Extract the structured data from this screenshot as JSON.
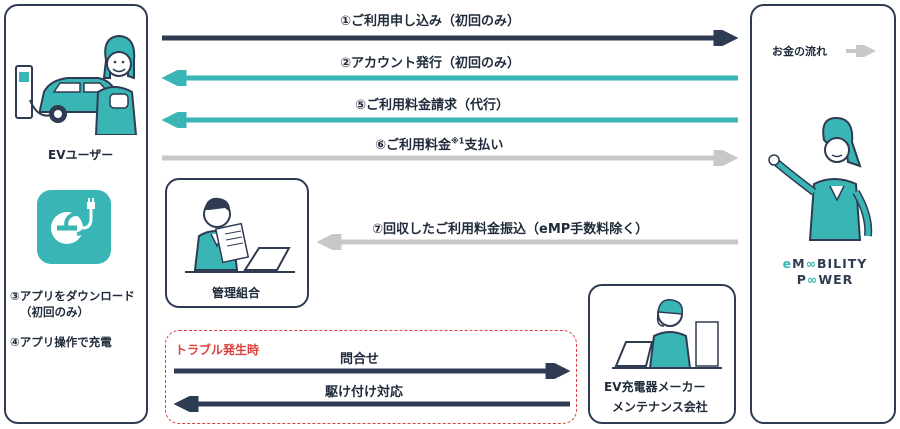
{
  "colors": {
    "navy": "#2f3b52",
    "teal": "#3ab5b5",
    "gray": "#c8c8c8",
    "red": "#e0403c"
  },
  "ev_user": {
    "label": "EVユーザー",
    "step3": "③アプリをダウンロード",
    "step3b": "（初回のみ）",
    "step4": "④アプリ操作で充電"
  },
  "flows": {
    "f1": "①ご利用申し込み（初回のみ）",
    "f2": "②アカウント発行（初回のみ）",
    "f5": "⑤ご利用料金請求（代行）",
    "f6_main": "⑥ご利用料金",
    "f6_sup": "※1",
    "f6_tail": "支払い",
    "f7": "⑦回収したご利用料金振込（eMP手数料除く）"
  },
  "money_flow": {
    "label": "お金の流れ"
  },
  "union": {
    "label": "管理組合"
  },
  "maker": {
    "line1": "EV充電器メーカー",
    "line2": "メンテナンス会社"
  },
  "trouble": {
    "title": "トラブル発生時",
    "inquiry": "問合せ",
    "rush": "駆け付け対応"
  },
  "logo": {
    "line1a": "e",
    "line1b": "M",
    "line1c": "BILITY",
    "line2a": "P",
    "line2b": "WER"
  }
}
